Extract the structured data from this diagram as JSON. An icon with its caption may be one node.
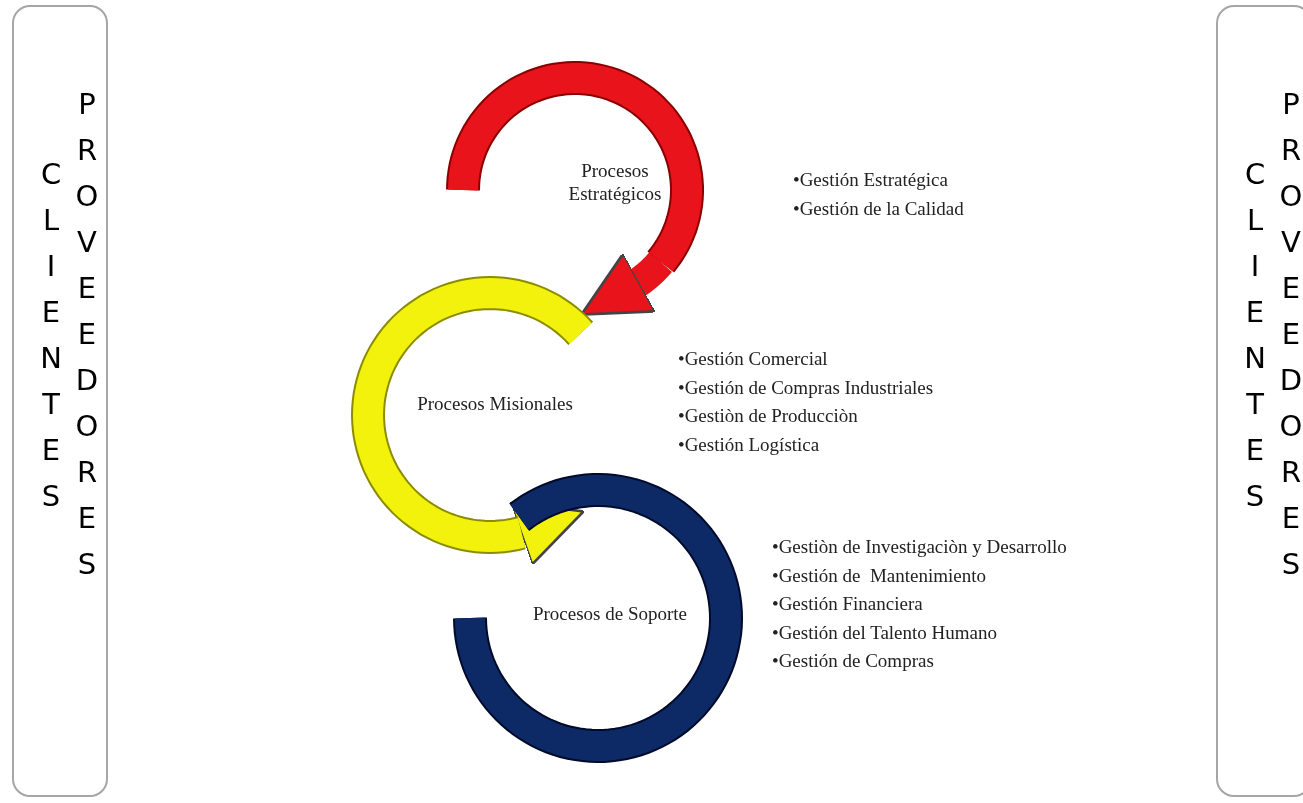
{
  "diagram": {
    "nodes": [
      {
        "text": [
          "CLIENTES",
          "PROVEEDORES"
        ]
      },
      {
        "text": [
          "Procesos Estratégicos"
        ],
        "beside": [
          "•Gestión Estratégica",
          "•Gestión de la Calidad"
        ]
      },
      {
        "text": [
          "Procesos Misionales"
        ],
        "beside": [
          "•Gestión Comercial",
          "•Gestión de Compras Industriales",
          "•Gestiòn de Producciòn",
          "•Gestión Logística"
        ]
      },
      {
        "text": [
          "Procesos de Soporte"
        ],
        "beside": [
          "•Gestiòn de Investigaciòn y Desarrollo",
          "•Gestión de  Mantenimiento",
          "•Gestión Financiera",
          "•Gestión del Talento Humano",
          "•Gestión de Compras"
        ]
      },
      {
        "text": [
          "CLIENTES",
          "PROVEEDORES"
        ]
      }
    ],
    "edges": [
      {
        "from": 1,
        "to": 2,
        "arrow": "to",
        "color": "#e8131b"
      },
      {
        "from": 2,
        "to": 3,
        "arrow": "to",
        "color": "#f2f20c"
      }
    ]
  }
}
